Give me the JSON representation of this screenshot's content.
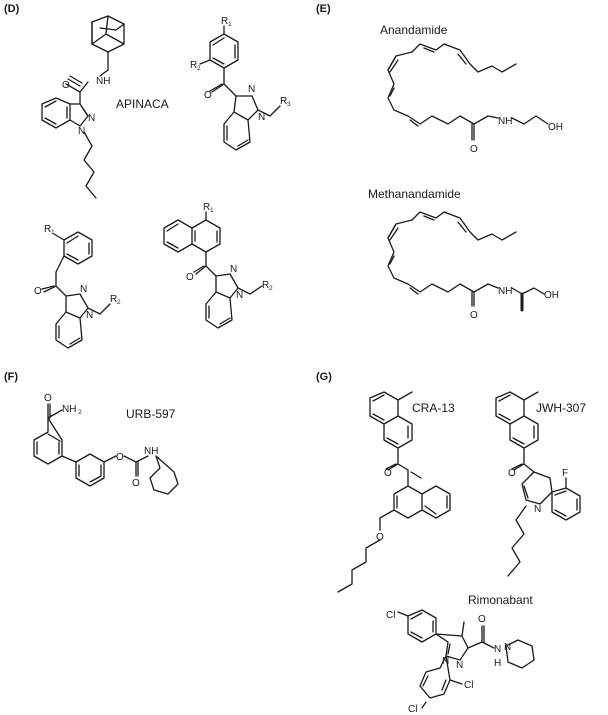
{
  "panels": {
    "d": "(D)",
    "e": "(E)",
    "f": "(F)",
    "g": "(G)"
  },
  "compounds": {
    "apinaca": "APINACA",
    "anandamide": "Anandamide",
    "methanandamide": "Methanandamide",
    "urb597": "URB-597",
    "cra13": "CRA-13",
    "jwh307": "JWH-307",
    "rimonabant": "Rimonabant"
  },
  "atoms": {
    "N": "N",
    "O": "O",
    "H": "H",
    "F": "F",
    "Cl": "Cl",
    "NH": "NH",
    "OH": "OH",
    "NH2": "NH",
    "R": "R",
    "sub1": "1",
    "sub2": "2",
    "sub3": "3"
  }
}
